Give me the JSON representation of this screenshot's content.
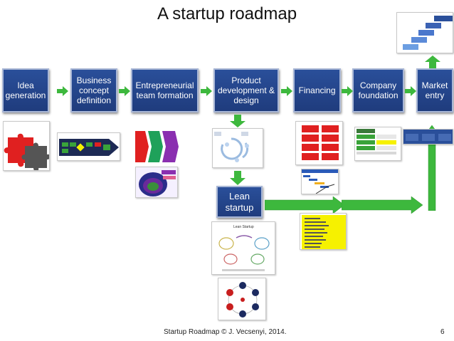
{
  "title": "A startup roadmap",
  "stages": [
    {
      "label": "Idea generation"
    },
    {
      "label": "Business concept definition"
    },
    {
      "label": "Entrepreneurial team formation"
    },
    {
      "label": "Product development & design"
    },
    {
      "label": "Financing"
    },
    {
      "label": "Company foundation"
    },
    {
      "label": "Market entry"
    }
  ],
  "lean": {
    "label": "Lean startup"
  },
  "thumb_lean_title": "Lean Startup",
  "footer": {
    "credit": "Startup Roadmap © J. Vecsenyi, 2014.",
    "page": "6"
  },
  "colors": {
    "stage": "#1f3c7d",
    "arrow": "#3db83d",
    "accent_red": "#e02020",
    "accent_yellow": "#f6f100"
  }
}
